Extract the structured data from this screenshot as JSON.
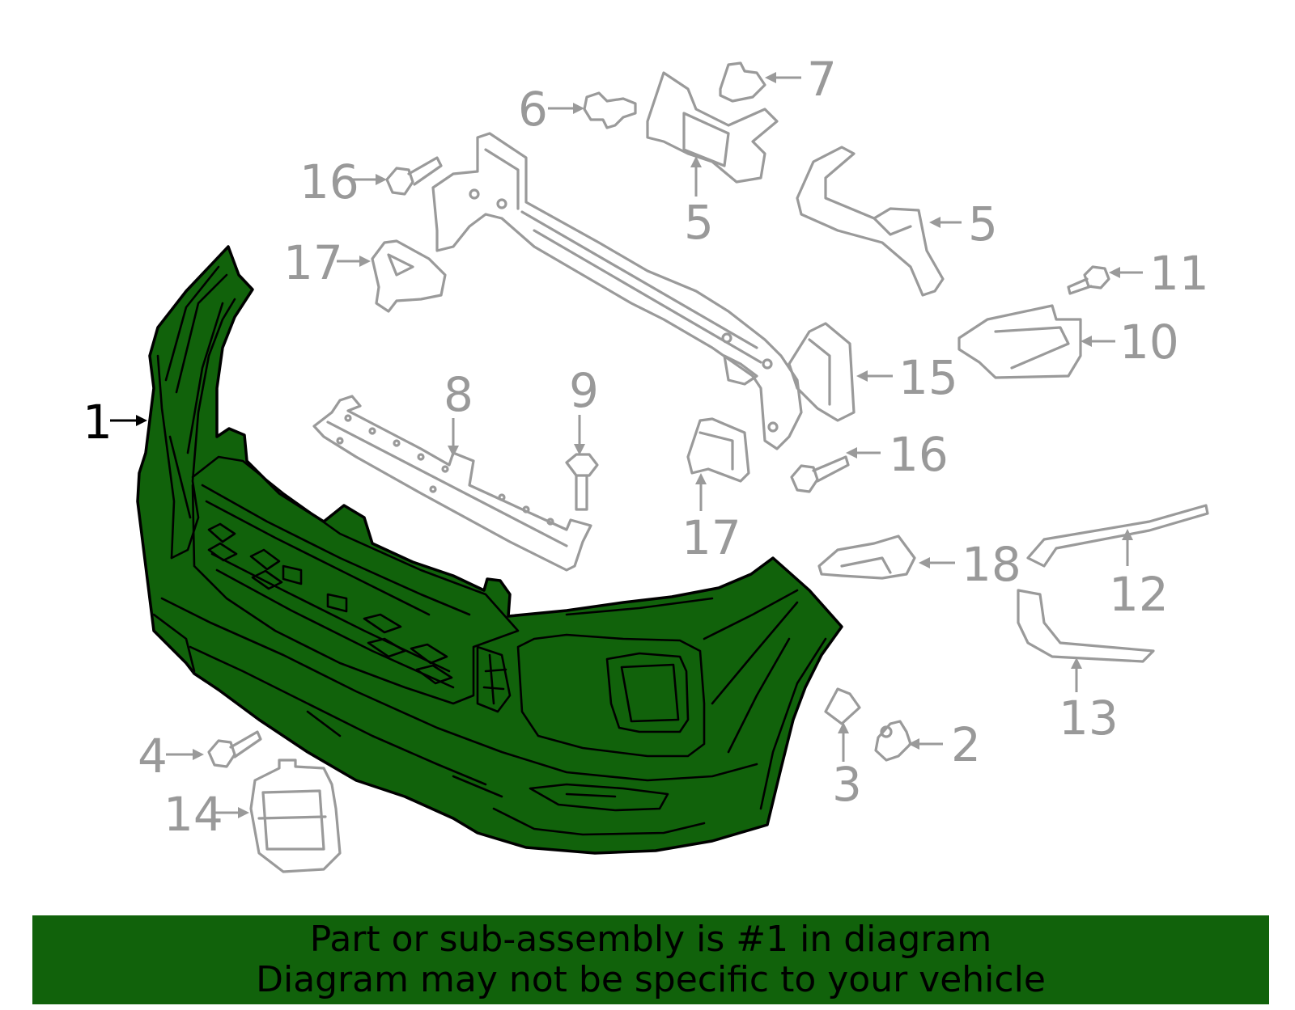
{
  "highlighted_part": "1",
  "colors": {
    "highlight": "#11620b",
    "outline": "#9a9a9a",
    "callout_text": "#999999",
    "highlight_callout": "#000000"
  },
  "callouts": [
    {
      "id": "c1",
      "label": "1",
      "highlighted": true
    },
    {
      "id": "c2",
      "label": "2"
    },
    {
      "id": "c3",
      "label": "3"
    },
    {
      "id": "c4",
      "label": "4"
    },
    {
      "id": "c5a",
      "label": "5"
    },
    {
      "id": "c5b",
      "label": "5"
    },
    {
      "id": "c6",
      "label": "6"
    },
    {
      "id": "c7",
      "label": "7"
    },
    {
      "id": "c8",
      "label": "8"
    },
    {
      "id": "c9",
      "label": "9"
    },
    {
      "id": "c10",
      "label": "10"
    },
    {
      "id": "c11",
      "label": "11"
    },
    {
      "id": "c12",
      "label": "12"
    },
    {
      "id": "c13",
      "label": "13"
    },
    {
      "id": "c14",
      "label": "14"
    },
    {
      "id": "c15",
      "label": "15"
    },
    {
      "id": "c16a",
      "label": "16"
    },
    {
      "id": "c16b",
      "label": "16"
    },
    {
      "id": "c17a",
      "label": "17"
    },
    {
      "id": "c17b",
      "label": "17"
    },
    {
      "id": "c18",
      "label": "18"
    }
  ],
  "banner": {
    "line1": "Part or sub-assembly is #1 in diagram",
    "line2": "Diagram may not be specific to your vehicle"
  }
}
